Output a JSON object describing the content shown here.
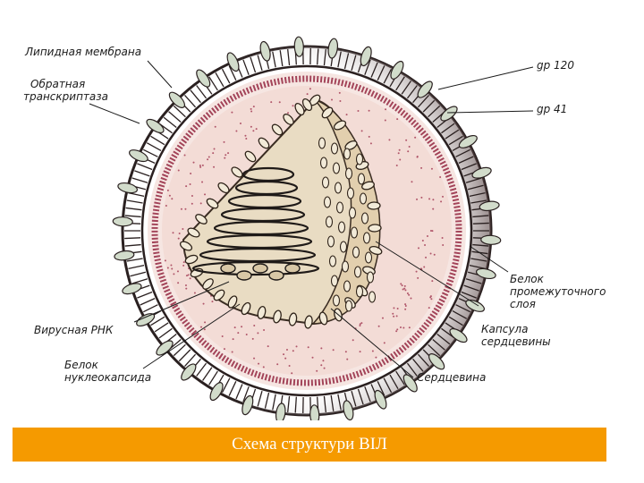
{
  "labels": {
    "lipid_membrane": "Липидная мембрана",
    "reverse_transcriptase_1": "Обратная",
    "reverse_transcriptase_2": "транскриптаза",
    "gp120": "gp 120",
    "gp41": "gp 41",
    "matrix_protein_1": "Белок",
    "matrix_protein_2": "промежуточного",
    "matrix_protein_3": "слоя",
    "core_capsule_1": "Капсула",
    "core_capsule_2": "сердцевины",
    "core": "Сердцевина",
    "viral_rna": "Вирусная РНК",
    "nucleocapsid_protein_1": "Белок",
    "nucleocapsid_protein_2": "нуклеокапсида"
  },
  "caption": "Схема структури ВІЛ",
  "colors": {
    "caption_bar": "#f59a00",
    "matrix_layer": "#f3dcd6",
    "matrix_ring": "#9c3a52",
    "core_fill": "#ece0c8",
    "membrane_dark": "#3a2c2c",
    "spike_fill": "#d2dccb"
  }
}
